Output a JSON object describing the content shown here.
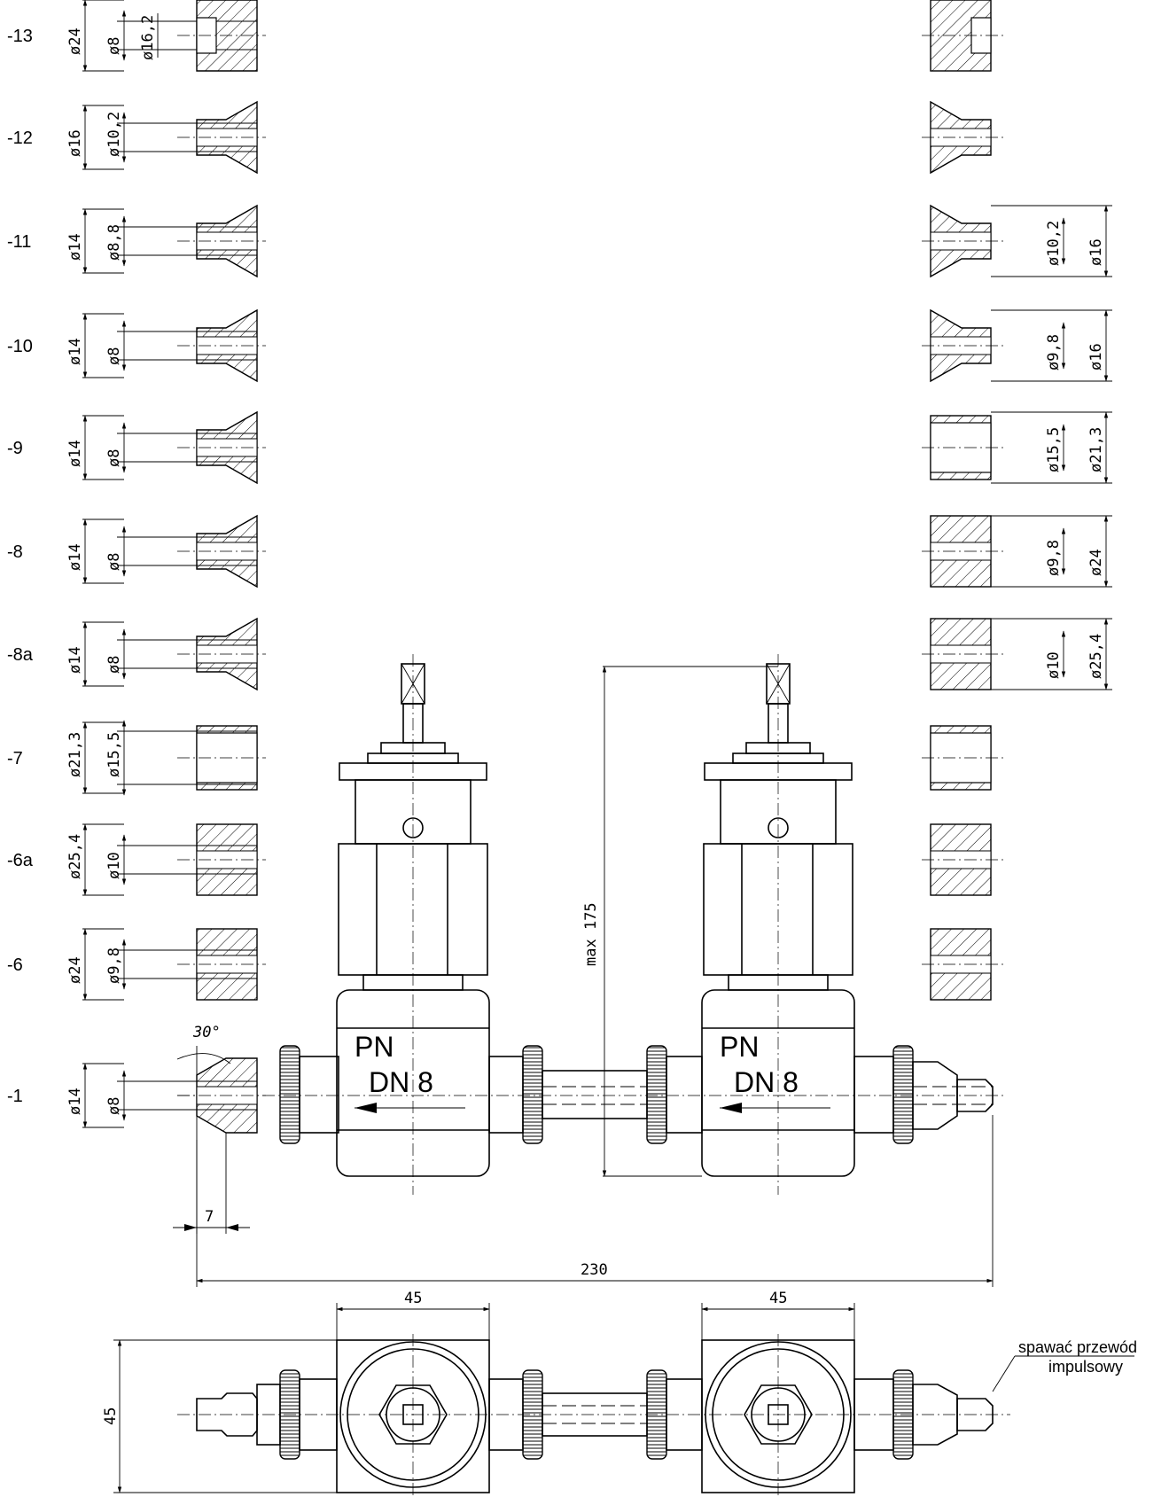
{
  "left_rows": [
    {
      "id": "-13",
      "outer": "ø24",
      "mid": "ø16,2",
      "inner": "ø8"
    },
    {
      "id": "-12",
      "outer": "ø16",
      "mid": "",
      "inner": "ø10,2"
    },
    {
      "id": "-11",
      "outer": "ø14",
      "mid": "",
      "inner": "ø8,8"
    },
    {
      "id": "-10",
      "outer": "ø14",
      "mid": "",
      "inner": "ø8"
    },
    {
      "id": "-9",
      "outer": "ø14",
      "mid": "",
      "inner": "ø8"
    },
    {
      "id": "-8",
      "outer": "ø14",
      "mid": "",
      "inner": "ø8"
    },
    {
      "id": "-8a",
      "outer": "ø14",
      "mid": "",
      "inner": "ø8"
    },
    {
      "id": "-7",
      "outer": "ø21,3",
      "mid": "",
      "inner": "ø15,5"
    },
    {
      "id": "-6a",
      "outer": "ø25,4",
      "mid": "",
      "inner": "ø10"
    },
    {
      "id": "-6",
      "outer": "ø24",
      "mid": "",
      "inner": "ø9,8"
    },
    {
      "id": "-1",
      "outer": "ø14",
      "mid": "",
      "inner": "ø8"
    }
  ],
  "right_dims": [
    {
      "inner": "ø10,2",
      "outer": "ø16"
    },
    {
      "inner": "ø9,8",
      "outer": "ø16"
    },
    {
      "inner": "ø15,5",
      "outer": "ø21,3"
    },
    {
      "inner": "ø9,8",
      "outer": "ø24"
    },
    {
      "inner": "ø10",
      "outer": "ø25,4"
    }
  ],
  "valve": {
    "pn": "PN",
    "dn": "DN 8"
  },
  "dims": {
    "angle": "30°",
    "chamfer": "7",
    "height": "max 175",
    "length": "230",
    "width_left": "45",
    "width_right": "45",
    "side": "45"
  },
  "note": {
    "line1": "spawać przewód",
    "line2": "impulsowy"
  }
}
